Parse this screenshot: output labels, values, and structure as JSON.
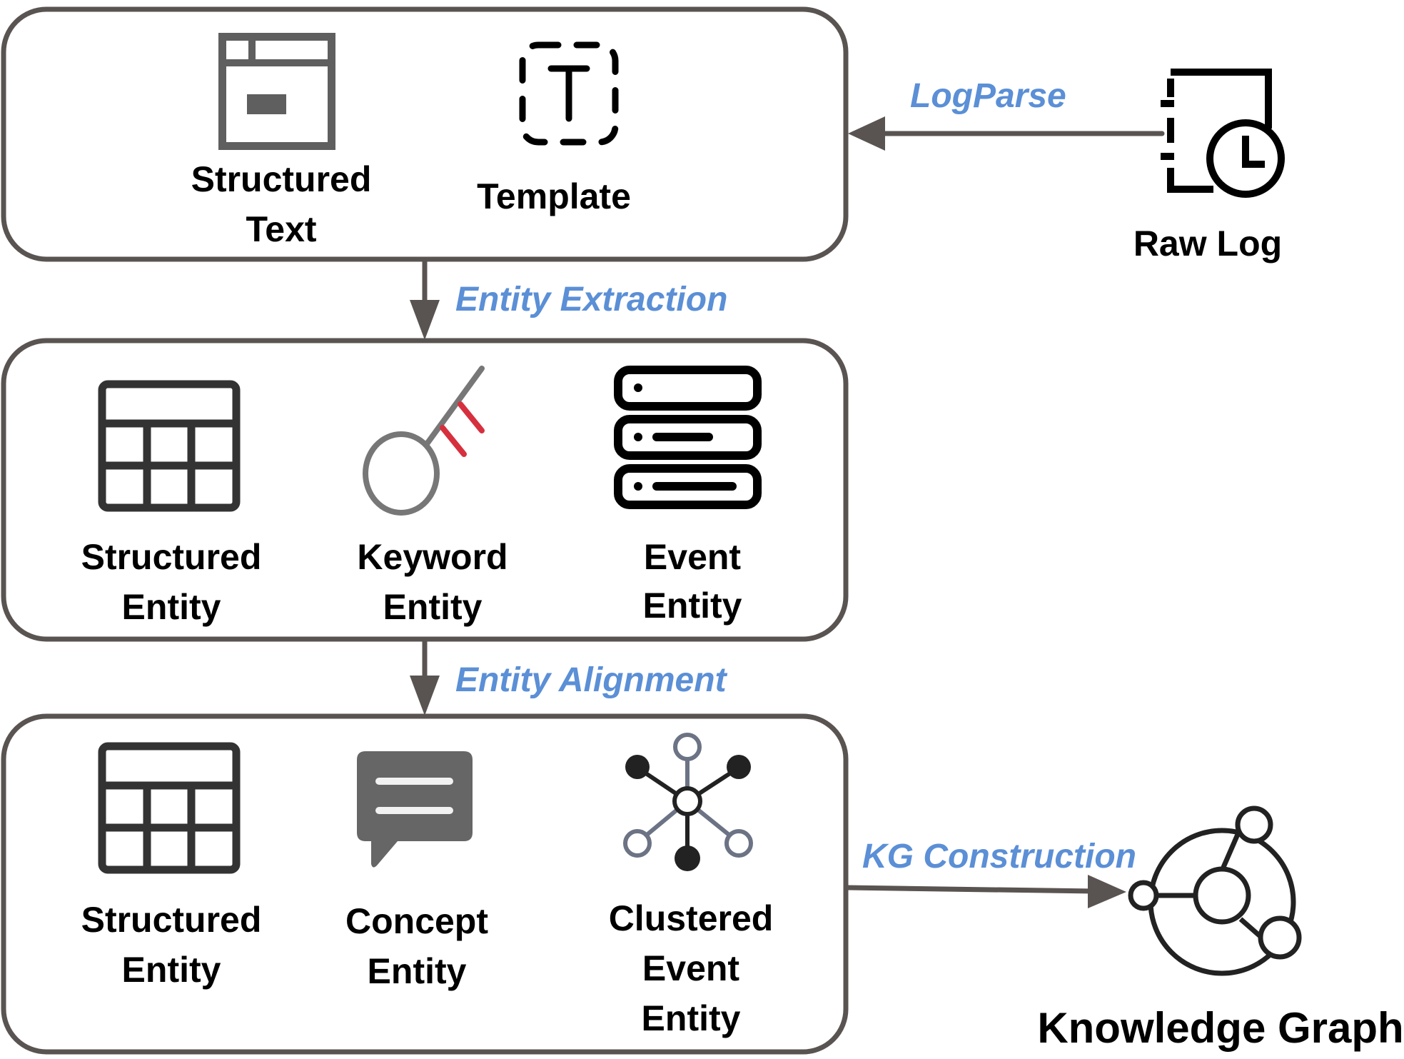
{
  "diagram": {
    "colors": {
      "box_stroke": "#595452",
      "step_label": "#5b8fd6",
      "icon_dark": "#222222",
      "icon_gray": "#5f5f5f",
      "keyword_accent": "#d6303e",
      "node_outline": "#6b7384"
    },
    "raw_log": {
      "label": "Raw Log",
      "icon": "log-clock-icon"
    },
    "steps": {
      "log_parse": "LogParse",
      "entity_extraction": "Entity Extraction",
      "entity_alignment": "Entity Alignment",
      "kg_construction": "KG Construction"
    },
    "stage1": {
      "items": [
        {
          "line1": "Structured",
          "line2": "Text",
          "icon": "structured-text-icon"
        },
        {
          "line1": "Template",
          "icon": "template-icon"
        }
      ]
    },
    "stage2": {
      "items": [
        {
          "line1": "Structured",
          "line2": "Entity",
          "icon": "table-icon"
        },
        {
          "line1": "Keyword",
          "line2": "Entity",
          "icon": "key-icon"
        },
        {
          "line1": "Event",
          "line2": "Entity",
          "icon": "server-stack-icon"
        }
      ]
    },
    "stage3": {
      "items": [
        {
          "line1": "Structured",
          "line2": "Entity",
          "icon": "table-icon"
        },
        {
          "line1": "Concept",
          "line2": "Entity",
          "icon": "chat-bubble-icon"
        },
        {
          "line1": "Clustered",
          "line2": "Event",
          "line3": "Entity",
          "icon": "cluster-network-icon"
        }
      ]
    },
    "knowledge_graph": {
      "label": "Knowledge Graph",
      "icon": "knowledge-graph-icon"
    }
  }
}
